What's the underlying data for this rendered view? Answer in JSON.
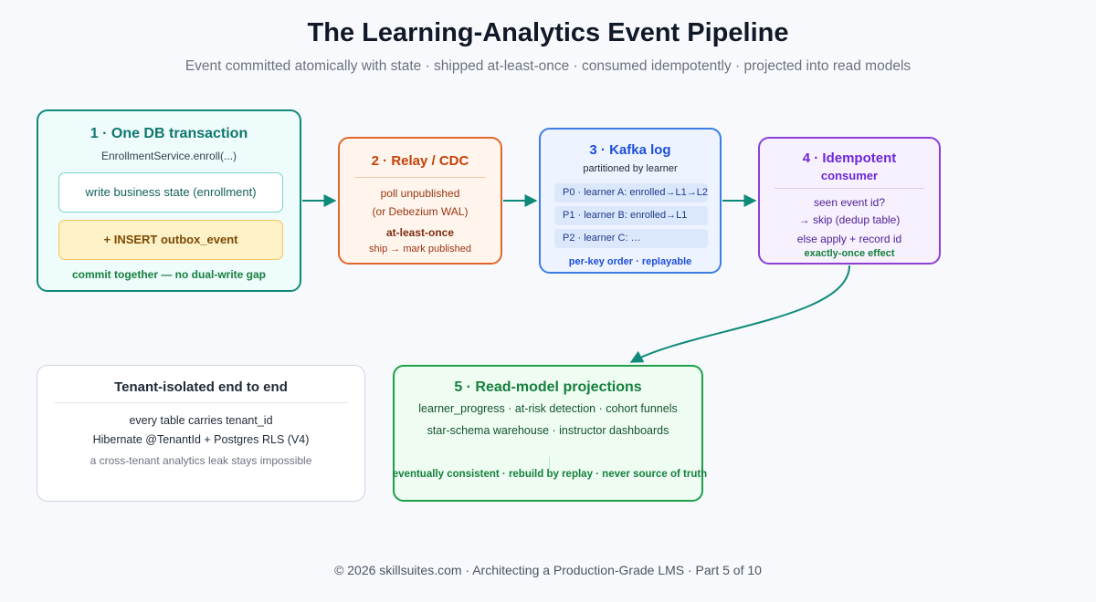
{
  "header": {
    "title": "The Learning-Analytics Event Pipeline",
    "subtitle": "Event committed atomically with state · shipped at-least-once · consumed idempotently · projected into read models"
  },
  "stage1": {
    "title": "1 · One DB transaction",
    "subtitle": "EnrollmentService.enroll(...)",
    "step_a": "write business state (enrollment)",
    "step_b": "+ INSERT outbox_event",
    "footer": "commit together — no dual-write gap"
  },
  "stage2": {
    "title": "2 · Relay / CDC",
    "line1": "poll unpublished",
    "line2": "(or Debezium WAL)",
    "line3": "at-least-once",
    "line4": "ship → mark published"
  },
  "stage3": {
    "title": "3 · Kafka log",
    "subtitle": "partitioned by learner",
    "partitions": [
      "P0 · learner A: enrolled→L1→L2",
      "P1 · learner B: enrolled→L1",
      "P2 · learner C: …"
    ],
    "footer": "per-key order · replayable"
  },
  "stage4": {
    "title": "4 · Idempotent",
    "subtitle": "consumer",
    "line1": "seen event id?",
    "line2": "→ skip (dedup table)",
    "line3": "else apply + record id",
    "line4": "exactly-once effect"
  },
  "stage5": {
    "title": "5 · Read-model projections",
    "line1": "learner_progress · at-risk detection · cohort funnels",
    "line2": "star-schema warehouse · instructor dashboards",
    "footer": "eventually consistent · rebuild by replay · never source of truth"
  },
  "tenant": {
    "title": "Tenant-isolated end to end",
    "line1": "every table carries tenant_id",
    "line2": "Hibernate @TenantId + Postgres RLS (V4)",
    "line3": "a cross-tenant analytics leak stays impossible"
  },
  "footer": {
    "text": "© 2026 skillsuites.com · Architecting a Production-Grade LMS · Part 5 of 10"
  },
  "colors": {
    "arrow": "#0f8a7a"
  }
}
